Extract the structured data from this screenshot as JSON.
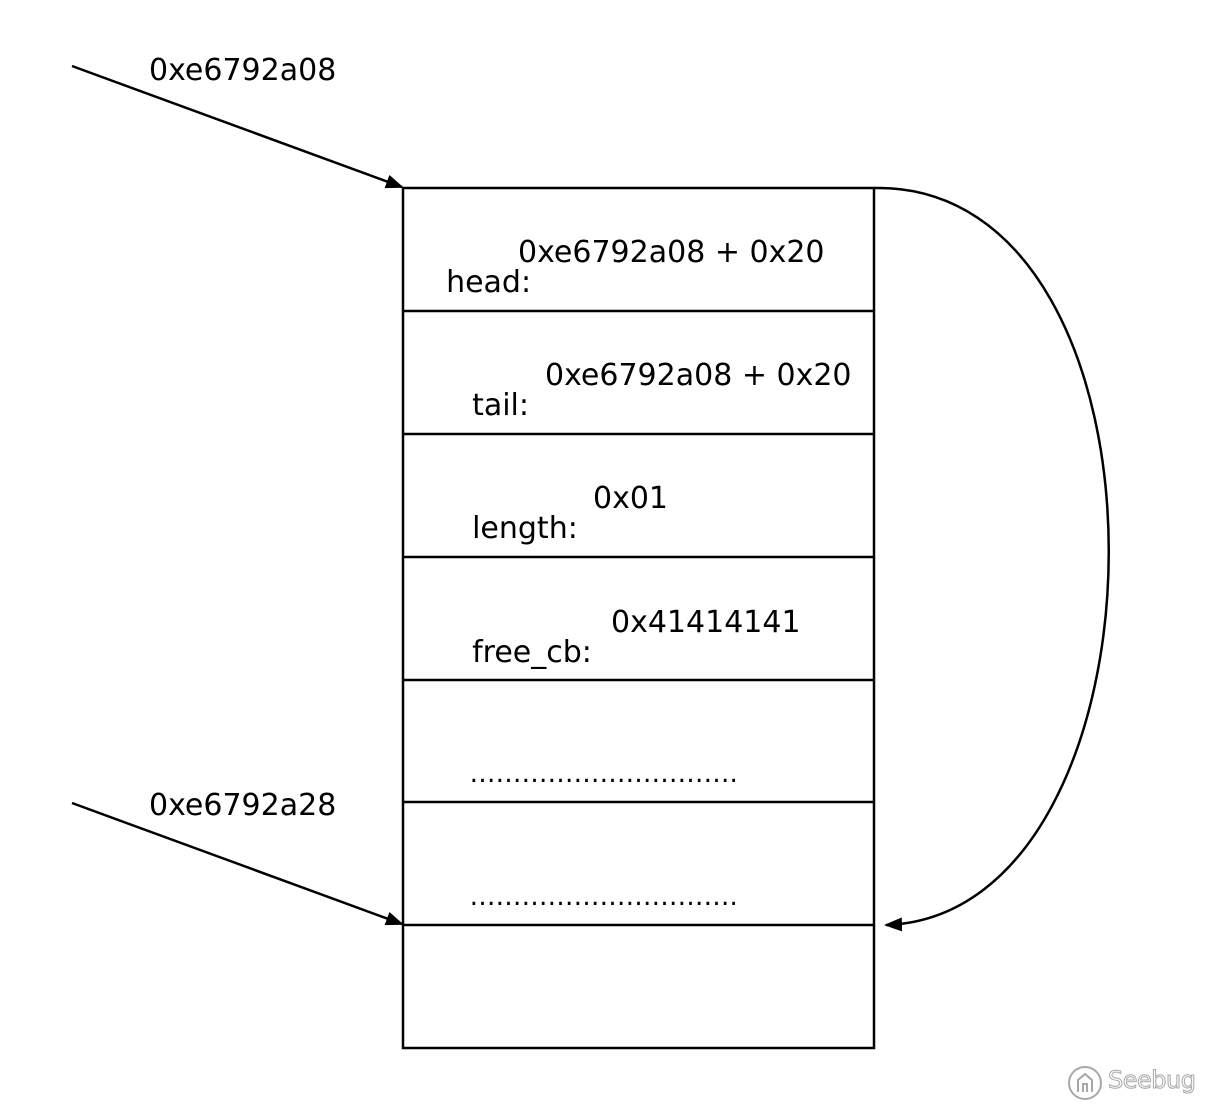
{
  "pointers": [
    {
      "label": "0xe6792a08"
    },
    {
      "label": "0xe6792a28"
    }
  ],
  "cells": [
    {
      "field": "head:",
      "value": "0xe6792a08 + 0x20"
    },
    {
      "field": "tail:",
      "value": "0xe6792a08 + 0x20"
    },
    {
      "field": "length:",
      "value": "0x01"
    },
    {
      "field": "free_cb:",
      "value": "0x41414141"
    },
    {
      "field": "",
      "value": "…………………………."
    },
    {
      "field": "",
      "value": "…………………………."
    },
    {
      "field": "",
      "value": ""
    }
  ],
  "watermark": {
    "text": "Seebug"
  },
  "colors": {
    "stroke": "#000000",
    "watermark": "#a8a8a8"
  }
}
